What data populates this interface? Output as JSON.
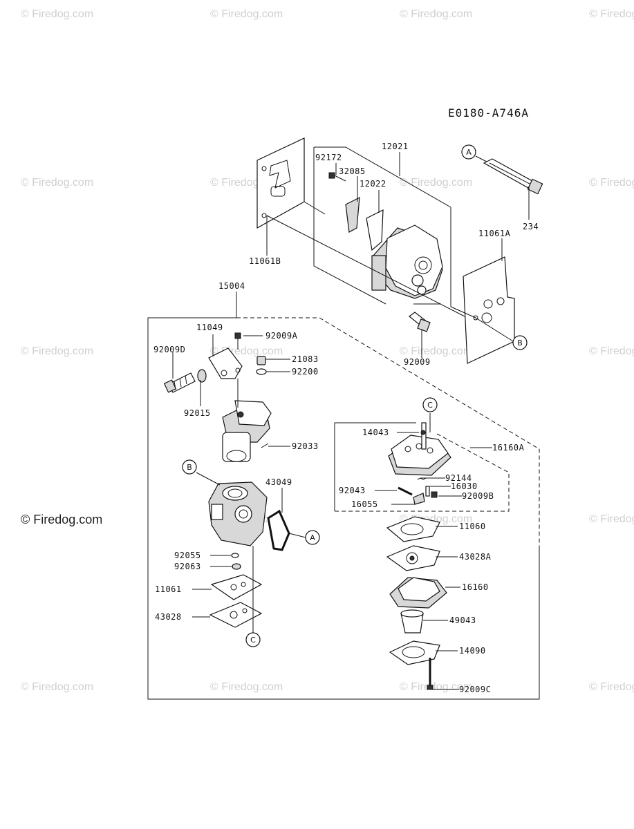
{
  "diagram_code": "E0180-A746A",
  "watermark": "© Firedog.com",
  "watermark_main": "© Firedog.com",
  "callouts": {
    "a1": "A",
    "a2": "A",
    "b1": "B",
    "b2": "B",
    "c1": "C",
    "c2": "C"
  },
  "labels": {
    "p12021": "12021",
    "p92172": "92172",
    "p32085": "32085",
    "p12022": "12022",
    "p11061B": "11061B",
    "p234": "234",
    "p11061A": "11061A",
    "p15004": "15004",
    "p11049": "11049",
    "p92009A": "92009A",
    "p92009D": "92009D",
    "p21083": "21083",
    "p92200": "92200",
    "p92009": "92009",
    "p92015": "92015",
    "p92033": "92033",
    "p14043": "14043",
    "p16160A": "16160A",
    "p43049": "43049",
    "p92144": "92144",
    "p92043": "92043",
    "p16030": "16030",
    "p92009B": "92009B",
    "p16055": "16055",
    "p11060": "11060",
    "p92055": "92055",
    "p92063": "92063",
    "p43028A": "43028A",
    "p11061": "11061",
    "p16160": "16160",
    "p43028": "43028",
    "p49043": "49043",
    "p14090": "14090",
    "p92009C": "92009C"
  }
}
